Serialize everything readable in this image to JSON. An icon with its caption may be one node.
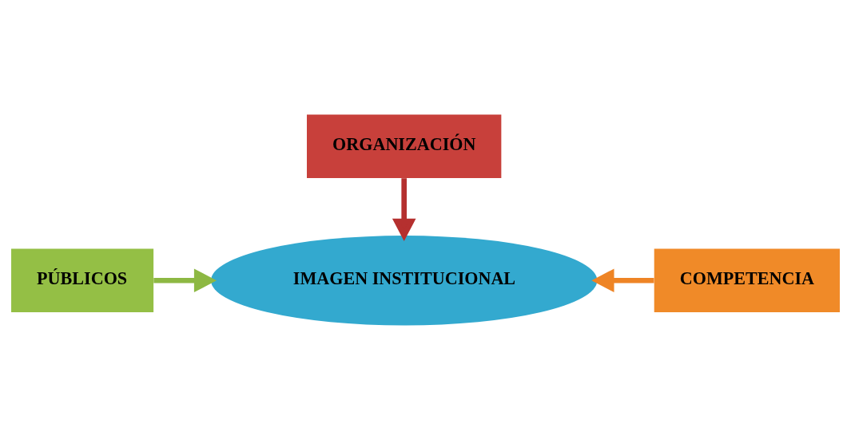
{
  "diagram": {
    "nodes": [
      {
        "text": [
          "ORGANIZACIÓN"
        ]
      },
      {
        "text": [
          "PÚBLICOS"
        ]
      },
      {
        "text": [
          "IMAGEN INSTITUCIONAL"
        ]
      },
      {
        "text": [
          "COMPETENCIA"
        ]
      }
    ],
    "edges": [
      {
        "from": 0,
        "to": 2,
        "arrow": "to",
        "color": "#b5302f"
      },
      {
        "from": 1,
        "to": 2,
        "arrow": "to",
        "color": "#8db843"
      },
      {
        "from": 3,
        "to": 2,
        "arrow": "to",
        "color": "#ee8425"
      }
    ]
  }
}
